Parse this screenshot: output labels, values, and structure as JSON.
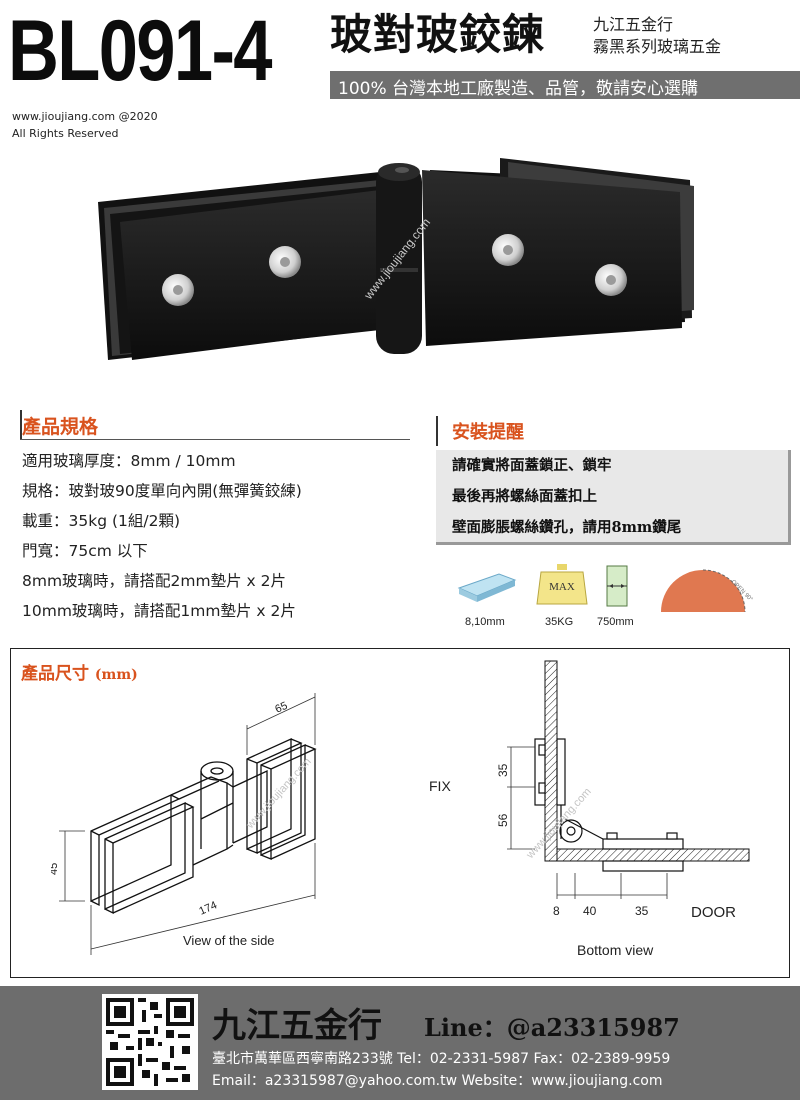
{
  "header": {
    "model": "BL091-4",
    "title": "玻對玻鉸鍊",
    "brand_line1": "九江五金行",
    "brand_line2": "霧黑系列玻璃五金",
    "tagline": "100% 台灣本地工廠製造、品管，敬請安心選購",
    "site": "www.jioujiang.com @2020",
    "rights": "All Rights Reserved"
  },
  "photo": {
    "watermark": "www.jioujiang.com",
    "finish_color": "#1a1a1a"
  },
  "spec": {
    "title": "產品規格",
    "items": [
      "適用玻璃厚度：8mm / 10mm",
      "規格：玻對玻90度單向內開(無彈簧鉸練)",
      "載重：35kg  (1組/2顆)",
      "門寬：75cm 以下",
      "8mm玻璃時，請搭配2mm墊片 x 2片",
      "10mm玻璃時，請搭配1mm墊片 x 2片"
    ]
  },
  "install": {
    "title": "安裝提醒",
    "items": [
      "請確實將面蓋鎖正、鎖牢",
      "最後再將螺絲面蓋扣上",
      "壁面膨脹螺絲鑽孔，請用8mm鑽尾"
    ]
  },
  "icons": {
    "items": [
      {
        "icon": "glass-thickness-icon",
        "label": "8,10mm"
      },
      {
        "icon": "weight-icon",
        "label": "35KG",
        "inner": "MAX"
      },
      {
        "icon": "door-width-icon",
        "label": "750mm"
      },
      {
        "icon": "opening-angle-icon",
        "label": "",
        "inner": "OPEN 90°"
      }
    ]
  },
  "dimensions": {
    "title": "產品尺寸",
    "unit": "(mm)",
    "side": {
      "w65": "65",
      "h45": "45",
      "l174": "174",
      "caption": "View of the side"
    },
    "bottom": {
      "fix": "FIX",
      "d35": "35",
      "d56": "56",
      "b8": "8",
      "b40": "40",
      "b35": "35",
      "door": "DOOR",
      "caption": "Bottom view"
    },
    "watermark": "www.jioujiang.com"
  },
  "footer": {
    "name": "九江五金行",
    "line": "Line：@a23315987",
    "address": "臺北市萬華區西寧南路233號   Tel：02-2331-5987   Fax：02-2389-9959",
    "contact": "Email：a23315987@yahoo.com.tw    Website：www.jioujiang.com"
  }
}
